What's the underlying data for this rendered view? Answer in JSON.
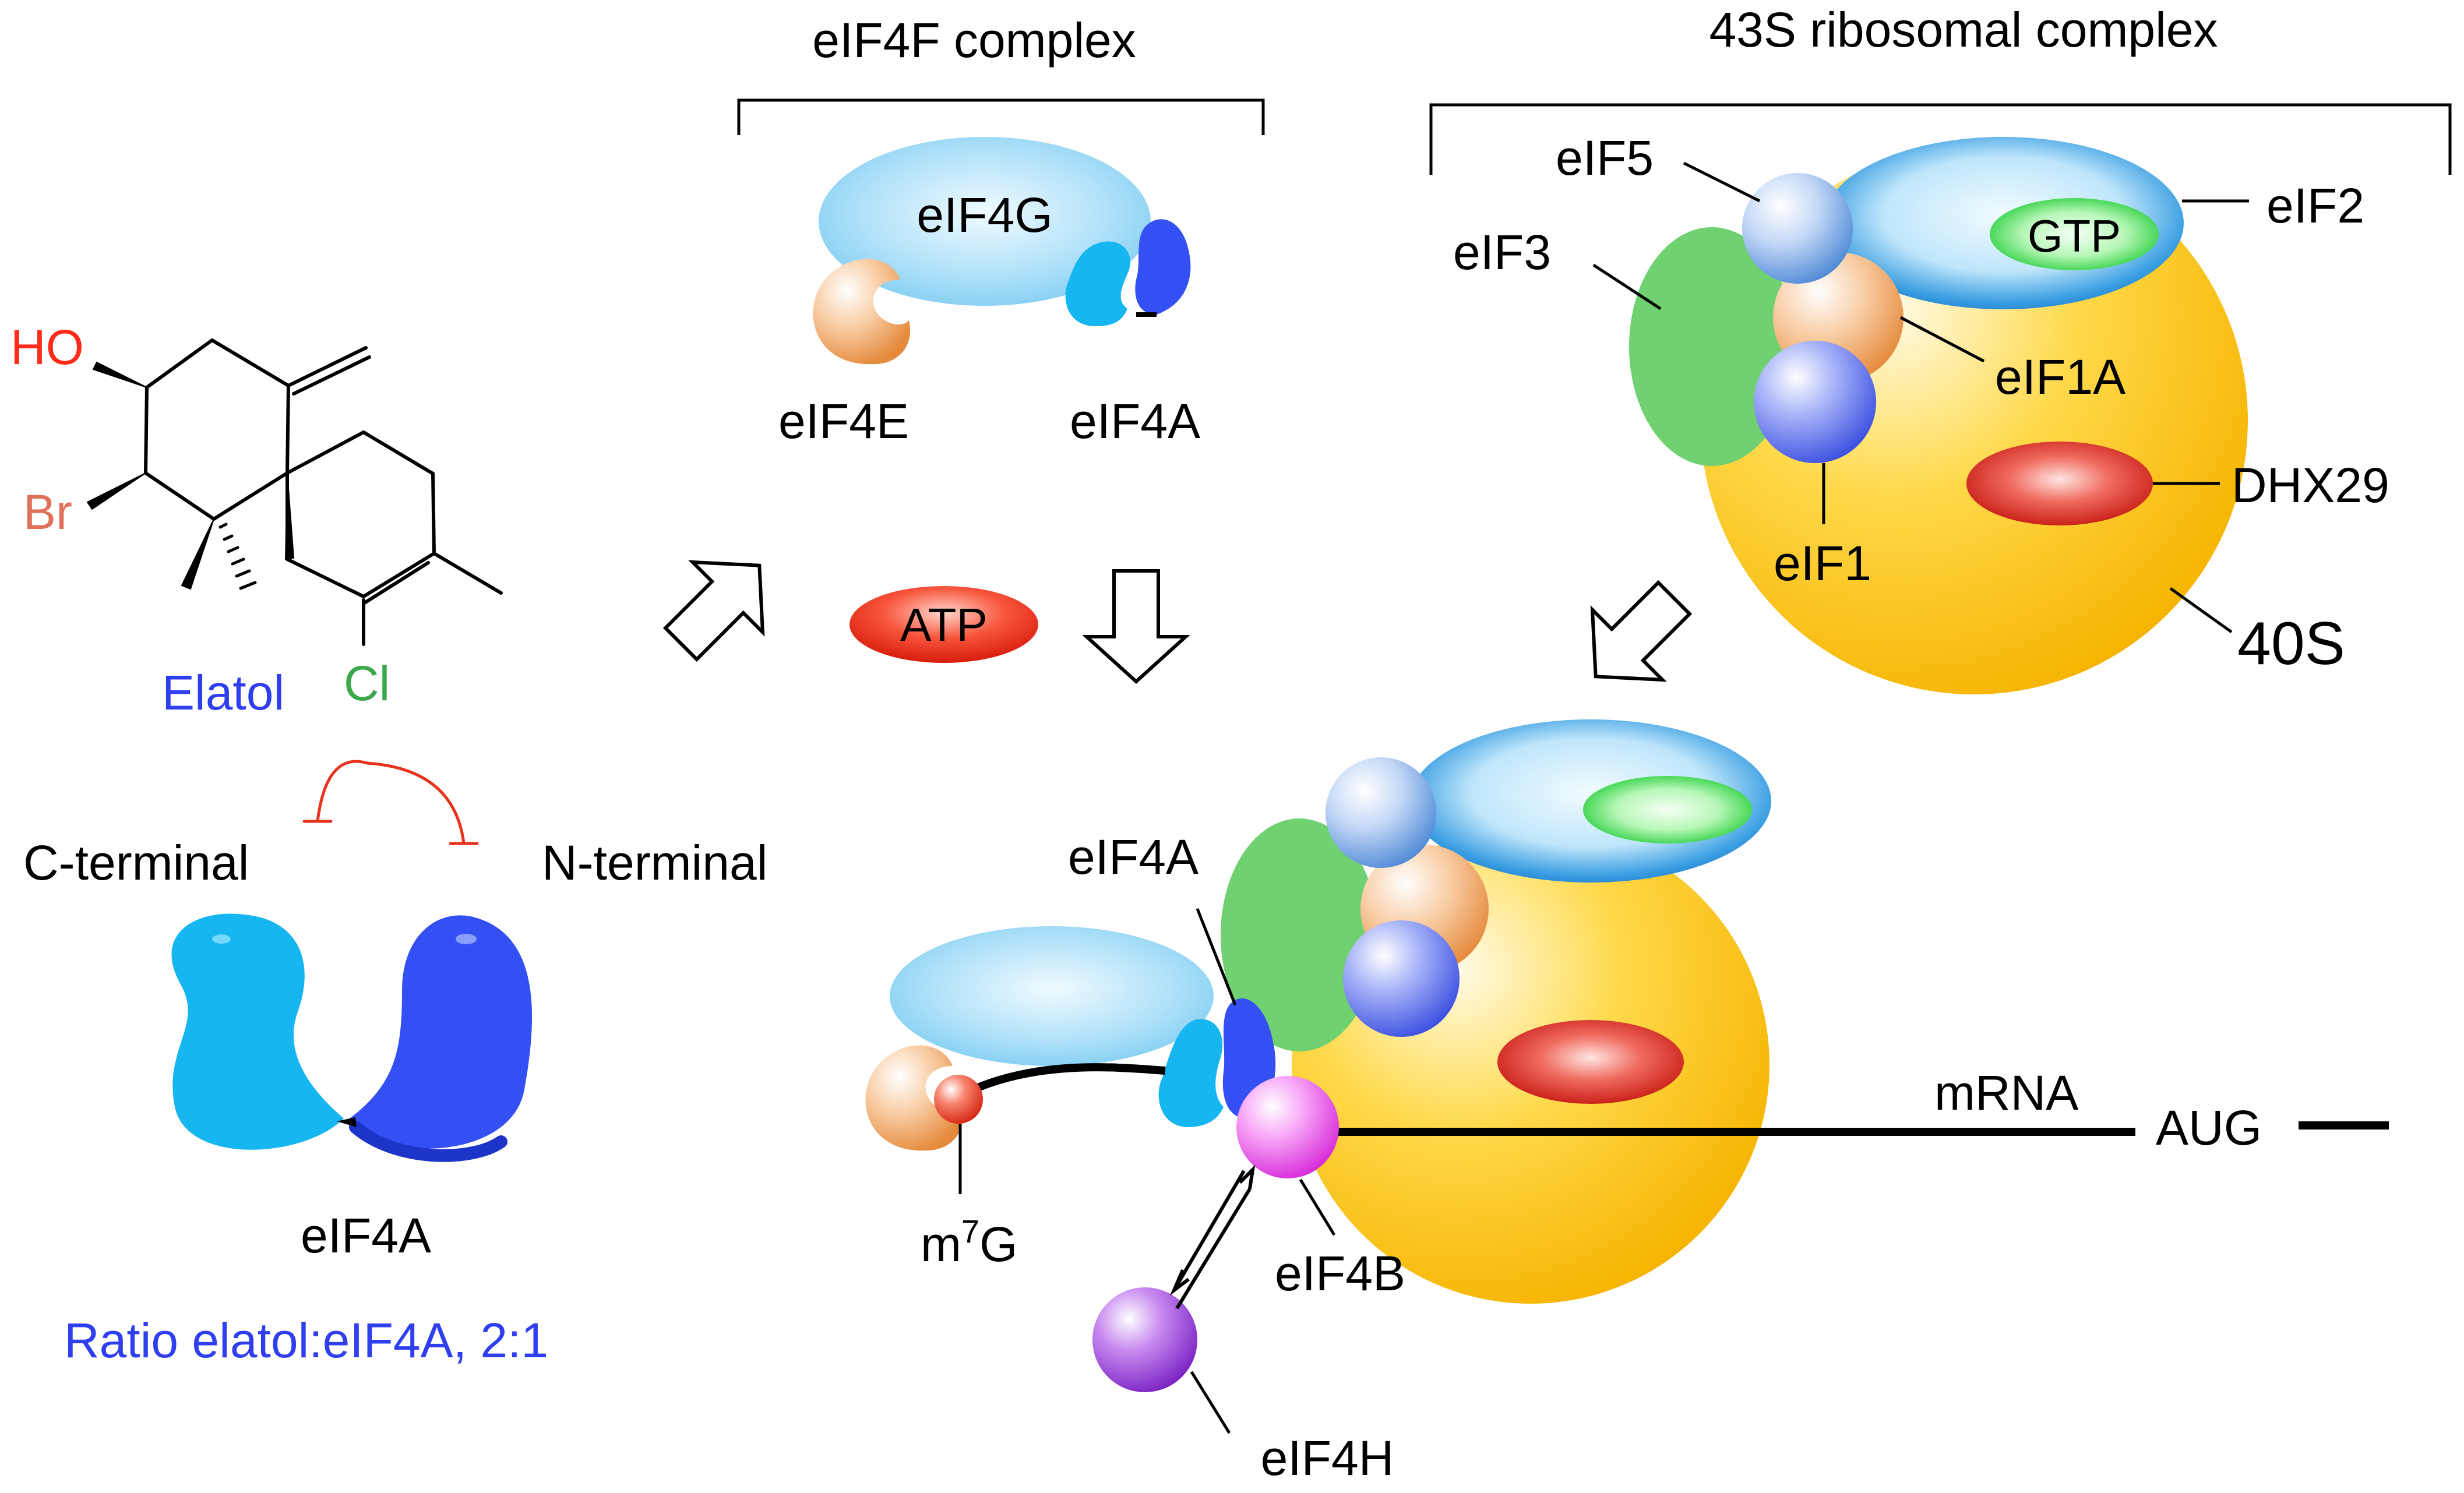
{
  "figure": {
    "elatol_panel": {
      "ho": "HO",
      "br": "Br",
      "cl": "Cl",
      "compound_name": "Elatol",
      "c_terminal": "C-terminal",
      "n_terminal": "N-terminal",
      "protein_label": "eIF4A",
      "ratio": "Ratio elatol:eIF4A, 2:1"
    },
    "eif4f_panel": {
      "title": "eIF4F complex",
      "eif4g": "eIF4G",
      "eif4e": "eIF4E",
      "eif4a": "eIF4A",
      "atp": "ATP"
    },
    "ribosome_panel": {
      "title": "43S ribosomal complex",
      "eif5": "eIF5",
      "eif2": "eIF2",
      "gtp": "GTP",
      "eif3": "eIF3",
      "eif1a": "eIF1A",
      "dhx29": "DHX29",
      "eif1": "eIF1",
      "s40": "40S"
    },
    "assembly_panel": {
      "eif4a": "eIF4A",
      "mrna": "mRNA",
      "aug": "AUG",
      "m7g_base": "m",
      "m7g_sup": "7",
      "m7g_tail": "G",
      "eif4b": "eIF4B",
      "eif4h": "eIF4H"
    }
  },
  "colors": {
    "elatol_blue": "#2f3ff0",
    "hydroxyl_red": "#ff2a1a",
    "bromine_salmon": "#e0705a",
    "chlorine_green": "#3aa84a",
    "inhibition_red": "#e8321e",
    "c_lobe_cyan": "#16b6f0",
    "n_lobe_blue": "#3450f5",
    "eif4g_light_blue": "#a8dcf7",
    "eif4e_peach": "#f2ab72",
    "ribosome_yellow": "#fcc72c",
    "eif3_green": "#6fd170",
    "eif2_blue": "#2f8fd8",
    "gtp_green": "#20d840",
    "dhx29_red": "#d01c16",
    "eif4b_magenta": "#ee4ef0",
    "eif4h_purple": "#9a3cde"
  }
}
